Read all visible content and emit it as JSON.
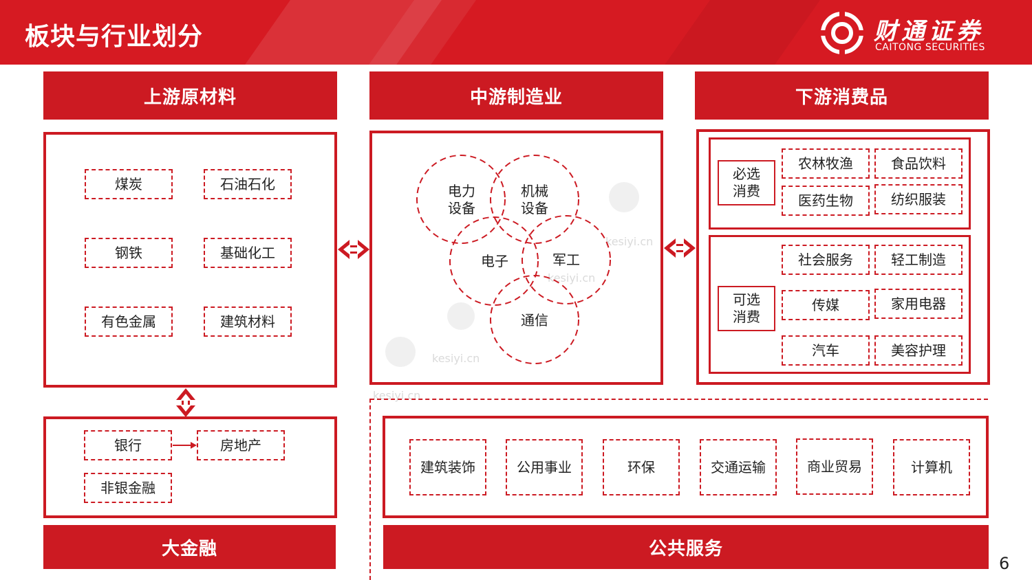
{
  "page": {
    "title": "板块与行业划分",
    "number": "6"
  },
  "logo": {
    "cn": "财通证券",
    "en": "CAITONG SECURITIES"
  },
  "colors": {
    "brand_red": "#d61a22",
    "band_red": "#cc1a22",
    "white": "#ffffff"
  },
  "upstream": {
    "title": "上游原材料",
    "items": [
      "煤炭",
      "石油石化",
      "钢铁",
      "基础化工",
      "有色金属",
      "建筑材料"
    ]
  },
  "midstream": {
    "title": "中游制造业",
    "circles": [
      "电力\n设备",
      "机械\n设备",
      "电子",
      "军工",
      "通信"
    ]
  },
  "downstream": {
    "title": "下游消费品",
    "essential": {
      "label": "必选\n消费",
      "items": [
        "农林牧渔",
        "食品饮料",
        "医药生物",
        "纺织服装"
      ]
    },
    "optional": {
      "label": "可选\n消费",
      "items": [
        "社会服务",
        "轻工制造",
        "传媒",
        "家用电器",
        "汽车",
        "美容护理"
      ]
    }
  },
  "finance": {
    "title": "大金融",
    "items": [
      "银行",
      "房地产",
      "非银金融"
    ]
  },
  "public": {
    "title": "公共服务",
    "items": [
      "建筑装饰",
      "公用事业",
      "环保",
      "交通运输",
      "商业贸易",
      "计算机"
    ]
  },
  "watermark": "kesiyi.cn"
}
